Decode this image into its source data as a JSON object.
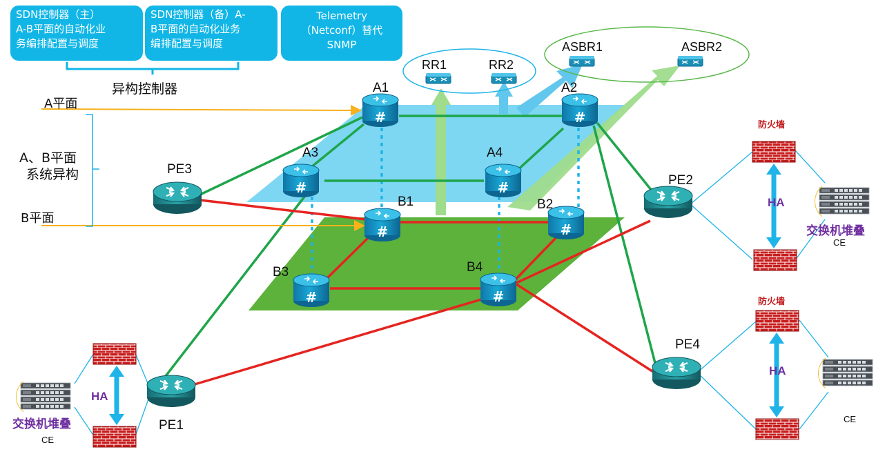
{
  "controllers": [
    {
      "id": "primary",
      "lines": [
        "SDN控制器（主）",
        "A-B平面的自动化业",
        "务编排配置与调度"
      ]
    },
    {
      "id": "backup",
      "lines": [
        "SDN控制器（备）A-",
        "B平面的自动化业务",
        "编排配置与调度"
      ]
    },
    {
      "id": "telemetry",
      "lines": [
        "Telemetry",
        "（Netconf）替代",
        "SNMP"
      ]
    }
  ],
  "controller_group_label": "异构控制器",
  "plane_labels": {
    "a": "A平面",
    "b": "B平面",
    "hetero_line1": "A、B平面",
    "hetero_line2": "系统异构"
  },
  "nodes": {
    "a1": "A1",
    "a2": "A2",
    "a3": "A3",
    "a4": "A4",
    "b1": "B1",
    "b2": "B2",
    "b3": "B3",
    "b4": "B4",
    "pe1": "PE1",
    "pe2": "PE2",
    "pe3": "PE3",
    "pe4": "PE4",
    "rr1": "RR1",
    "rr2": "RR2",
    "asbr1": "ASBR1",
    "asbr2": "ASBR2"
  },
  "firewall_label": "防火墙",
  "ha_label": "HA",
  "switch_stack_label": "交换机堆叠",
  "ce_label": "CE",
  "colors": {
    "controller": "#11b6e6",
    "plane_a": "#6fd3f2",
    "plane_b": "#5cb23a",
    "link_green": "#1fa54a",
    "link_red": "#e52420",
    "link_dotted": "#1fb4e8",
    "arrow_orange": "#f6b11b",
    "ha_purple": "#7030a0",
    "firewall": "#c11b1b",
    "router": "#1a8fb6"
  }
}
